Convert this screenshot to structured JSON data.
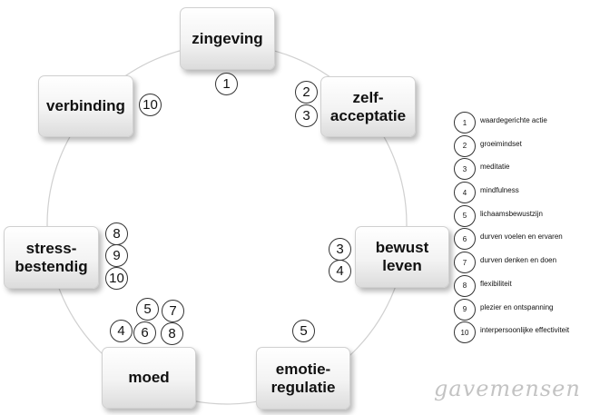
{
  "nodes": [
    {
      "id": "zingeving",
      "label": "zingeving"
    },
    {
      "id": "zelf-acceptatie",
      "label": "zelf-\nacceptatie"
    },
    {
      "id": "bewust-leven",
      "label": "bewust\nleven"
    },
    {
      "id": "emotie-regulatie",
      "label": "emotie-\nregulatie"
    },
    {
      "id": "moed",
      "label": "moed"
    },
    {
      "id": "stress-bestendig",
      "label": "stress-\nbestendig"
    },
    {
      "id": "verbinding",
      "label": "verbinding"
    }
  ],
  "node_numbers": {
    "zingeving": [
      "1"
    ],
    "zelf-acceptatie": [
      "2",
      "3"
    ],
    "verbinding": [
      "10"
    ],
    "stress-bestendig": [
      "8",
      "9",
      "10"
    ],
    "bewust-leven": [
      "3",
      "4"
    ],
    "moed": [
      "5",
      "7",
      "4",
      "6",
      "8"
    ],
    "emotie-regulatie": [
      "5"
    ]
  },
  "legend": [
    {
      "num": "1",
      "label": "waardegerichte actie"
    },
    {
      "num": "2",
      "label": "groeimindset"
    },
    {
      "num": "3",
      "label": "meditatie"
    },
    {
      "num": "4",
      "label": "mindfulness"
    },
    {
      "num": "5",
      "label": "lichaamsbewustzijn"
    },
    {
      "num": "6",
      "label": "durven voelen en ervaren"
    },
    {
      "num": "7",
      "label": "durven denken en doen"
    },
    {
      "num": "8",
      "label": "flexibiliteit"
    },
    {
      "num": "9",
      "label": "plezier en ontspanning"
    },
    {
      "num": "10",
      "label": "interpersoonlijke effectiviteit"
    }
  ],
  "brand": "gavemensen",
  "colors": {
    "circle": "#d0d0d0",
    "box_border": "#d0d0d0",
    "text": "#111111",
    "brand": "#c3c3c3"
  }
}
